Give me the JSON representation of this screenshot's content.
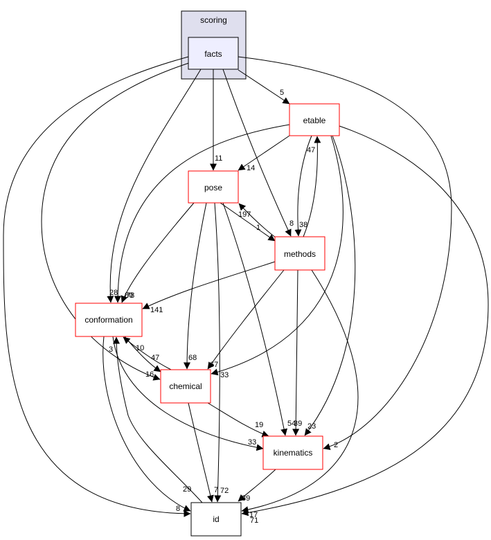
{
  "colors": {
    "cluster_fill": "#dfdfee",
    "cluster_border": "#000000",
    "focus_fill": "#eeeeff",
    "node_fill": "#ffffff",
    "node_border_red": "#ff0000",
    "node_border_black": "#000000"
  },
  "cluster": {
    "label": "scoring"
  },
  "nodes": {
    "facts": "facts",
    "etable": "etable",
    "pose": "pose",
    "methods": "methods",
    "conformation": "conformation",
    "chemical": "chemical",
    "kinematics": "kinematics",
    "id": "id"
  },
  "edges": [
    {
      "from": "facts",
      "to": "etable",
      "label": "5"
    },
    {
      "from": "facts",
      "to": "pose",
      "label": "11"
    },
    {
      "from": "facts",
      "to": "methods",
      "label": "8"
    },
    {
      "from": "facts",
      "to": "conformation",
      "label": "28"
    },
    {
      "from": "facts",
      "to": "chemical",
      "label": "16"
    },
    {
      "from": "facts",
      "to": "kinematics",
      "label": "2"
    },
    {
      "from": "facts",
      "to": "id",
      "label": "8"
    },
    {
      "from": "etable",
      "to": "pose",
      "label": "14"
    },
    {
      "from": "etable",
      "to": "methods",
      "label": "38"
    },
    {
      "from": "etable",
      "to": "conformation",
      "label": "80"
    },
    {
      "from": "etable",
      "to": "chemical",
      "label": "33"
    },
    {
      "from": "etable",
      "to": "kinematics",
      "label": "23"
    },
    {
      "from": "etable",
      "to": "id",
      "label": "17"
    },
    {
      "from": "pose",
      "to": "methods",
      "label": "1"
    },
    {
      "from": "pose",
      "to": "conformation",
      "label": "78"
    },
    {
      "from": "pose",
      "to": "chemical",
      "label": "68"
    },
    {
      "from": "pose",
      "to": "kinematics",
      "label": "54"
    },
    {
      "from": "pose",
      "to": "id",
      "label": "72"
    },
    {
      "from": "methods",
      "to": "etable",
      "label": "47"
    },
    {
      "from": "methods",
      "to": "pose",
      "label": "197"
    },
    {
      "from": "methods",
      "to": "conformation",
      "label": "141"
    },
    {
      "from": "methods",
      "to": "chemical",
      "label": "67"
    },
    {
      "from": "methods",
      "to": "kinematics",
      "label": "39"
    },
    {
      "from": "methods",
      "to": "id",
      "label": "71"
    },
    {
      "from": "conformation",
      "to": "chemical",
      "label": "47"
    },
    {
      "from": "conformation",
      "to": "kinematics",
      "label": "33"
    },
    {
      "from": "conformation",
      "to": "id",
      "label": "29"
    },
    {
      "from": "chemical",
      "to": "conformation",
      "label": "10"
    },
    {
      "from": "chemical",
      "to": "kinematics",
      "label": "19"
    },
    {
      "from": "chemical",
      "to": "id",
      "label": "7"
    },
    {
      "from": "kinematics",
      "to": "id",
      "label": "39"
    },
    {
      "from": "id",
      "to": "conformation",
      "label": "3"
    }
  ]
}
